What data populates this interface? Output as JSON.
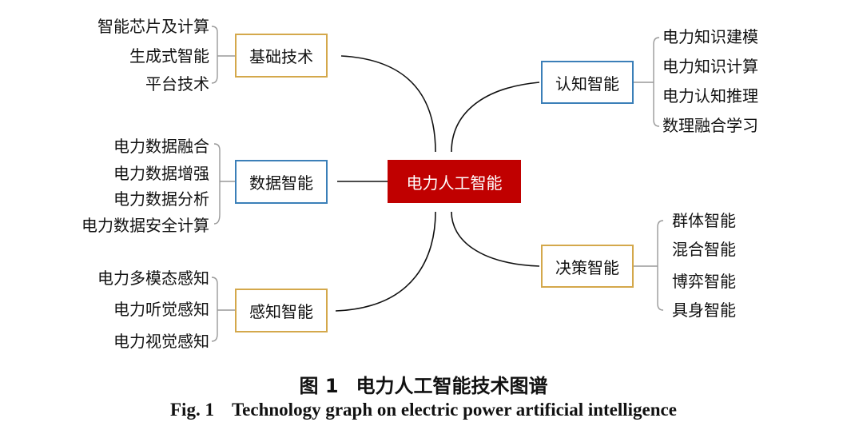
{
  "center": {
    "label": "电力人工智能"
  },
  "branches": {
    "basic_tech": {
      "label": "基础技术",
      "items": [
        "智能芯片及计算",
        "生成式智能",
        "平台技术"
      ]
    },
    "data_intel": {
      "label": "数据智能",
      "items": [
        "电力数据融合",
        "电力数据增强",
        "电力数据分析",
        "电力数据安全计算"
      ]
    },
    "perception_intel": {
      "label": "感知智能",
      "items": [
        "电力多模态感知",
        "电力听觉感知",
        "电力视觉感知"
      ]
    },
    "cognitive_intel": {
      "label": "认知智能",
      "items": [
        "电力知识建模",
        "电力知识计算",
        "电力认知推理",
        "数理融合学习"
      ]
    },
    "decision_intel": {
      "label": "决策智能",
      "items": [
        "群体智能",
        "混合智能",
        "博弈智能",
        "具身智能"
      ]
    }
  },
  "caption": {
    "cn_fig": "图 1",
    "cn_title": "电力人工智能技术图谱",
    "en_fig": "Fig. 1",
    "en_title": "Technology graph on electric power artificial intelligence"
  },
  "colors": {
    "center_fill": "#c00000",
    "gold_border": "#d4a84b",
    "blue_border": "#3b7fb8",
    "line": "#111111",
    "bracket": "#999999"
  }
}
